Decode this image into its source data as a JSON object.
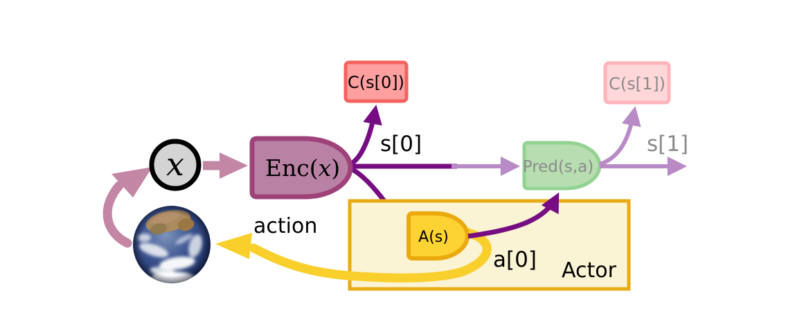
{
  "diagram": {
    "nodes": {
      "observation": {
        "label": "x"
      },
      "encoder": {
        "label": "Enc(x)",
        "prefix": "Enc(",
        "var": "x",
        "suffix": ")"
      },
      "cost_s0": {
        "label": "C(s[0])"
      },
      "predictor": {
        "label": "Pred(s,a)"
      },
      "cost_s1": {
        "label": "C(s[1])"
      },
      "policy": {
        "label": "A(s)"
      },
      "actor": {
        "label": "Actor"
      }
    },
    "edge_labels": {
      "s0": "s[0]",
      "s1": "s[1]",
      "a0": "a[0]",
      "action": "action"
    }
  },
  "colors": {
    "background": "#ffffff",
    "label_text": "#000000",
    "gray_text": "#8a8a8a",
    "mauve": "#c386a5",
    "enc_fill": "#b981a4",
    "enc_stroke": "#9e4279",
    "purple_dark": "#760d82",
    "violet_light": "#b98bc6",
    "cost0_fill": "#ff9f9f",
    "cost0_stroke": "#f4625f",
    "cost1_fill": "#ffd7d8",
    "cost1_stroke": "#ffb4b9",
    "pred_fill": "#b7ddb0",
    "pred_stroke": "#92d392",
    "gold": "#f9cf2c",
    "actor_fill": "#faf3d4",
    "actor_stroke": "#e9ab15",
    "policy_fill": "#fdd233",
    "policy_stroke": "#eaa90c",
    "observation_fill": "#d4d4d4",
    "observation_stroke": "#000000"
  }
}
